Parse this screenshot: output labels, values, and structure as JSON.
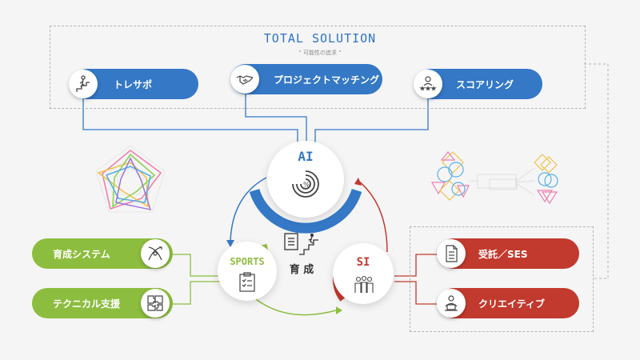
{
  "header": {
    "title": "TOTAL SOLUTION",
    "subtitle": "“ 可能性の追求 ”"
  },
  "services": [
    {
      "label": "トレサポ",
      "icon": "person-climbing-steps-icon"
    },
    {
      "label": "プロジェクトマッチング",
      "icon": "handshake-icon"
    },
    {
      "label": "スコアリング",
      "icon": "person-with-stars-icon"
    }
  ],
  "hubs": {
    "ai": {
      "label": "AI",
      "icon": "percent-dial-icon"
    },
    "sports": {
      "label": "SPORTS",
      "icon": "clipboard-checklist-icon"
    },
    "si": {
      "label": "SI",
      "icon": "team-group-icon"
    }
  },
  "center": {
    "label": "育 成",
    "icon": "clipboard-stairs-icon"
  },
  "sports_services": [
    {
      "label": "育成システム",
      "icon": "sports-strategy-icon"
    },
    {
      "label": "テクニカル支援",
      "icon": "puzzle-pieces-icon"
    }
  ],
  "si_services": [
    {
      "label": "受託／SES",
      "icon": "document-icon"
    },
    {
      "label": "クリエイティブ",
      "icon": "person-at-laptop-icon"
    }
  ],
  "colors": {
    "ai": "#3478c6",
    "sports": "#8dbd3f",
    "si": "#c23a2e"
  }
}
